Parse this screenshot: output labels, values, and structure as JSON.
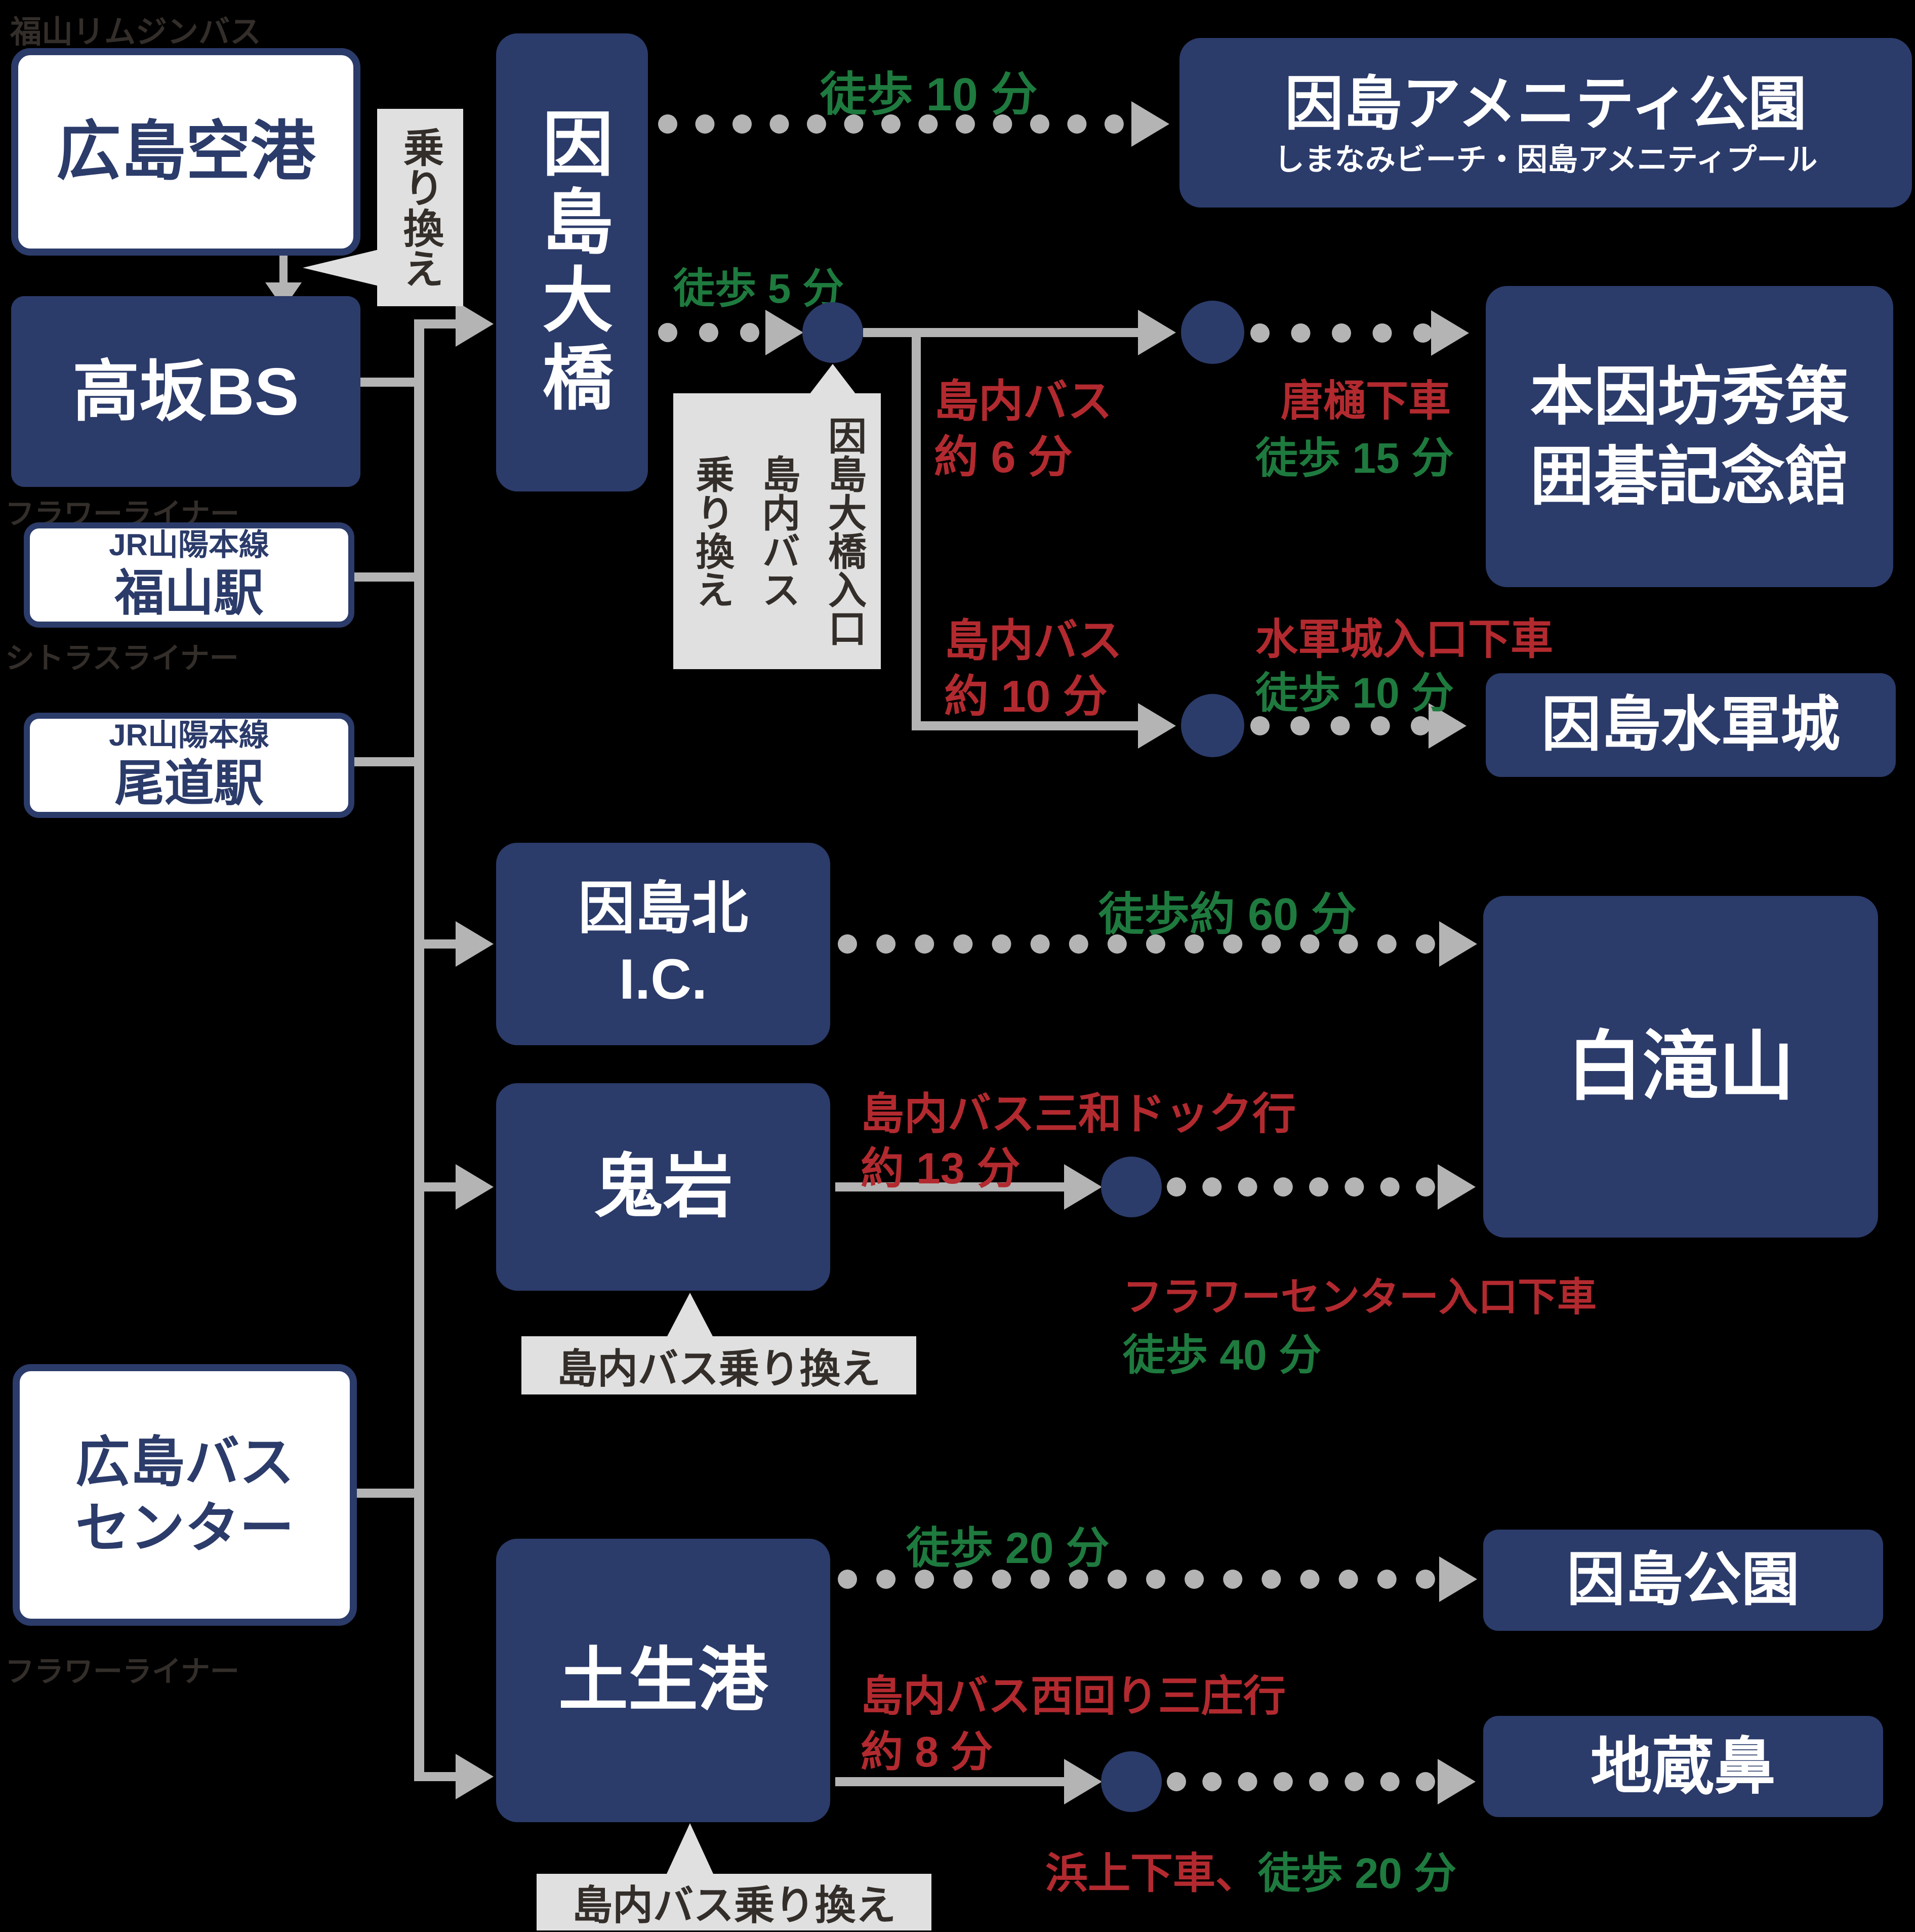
{
  "colors": {
    "navy": "#2b3b6a",
    "red": "#b22a2f",
    "green": "#1e7a3e",
    "arrow_gray": "#b4b4b4",
    "label_gray": "#e0e0e0",
    "dark_text": "#332e2a",
    "background": "#000000"
  },
  "left_column": {
    "limousine_label": "福山リムジンバス",
    "airport": "広島空港",
    "transfer_note": "乗り換え",
    "takasaka_bs": "高坂BS",
    "flower_liner_1": "フラワーライナー",
    "jr_line": "JR山陽本線",
    "fukuyama_station": "福山駅",
    "citrus_liner": "シトラスライナー",
    "onomichi_station": "尾道駅",
    "bus_center_line1": "広島バス",
    "bus_center_line2": "センター",
    "flower_liner_2": "フラワーライナー"
  },
  "island_points": {
    "ohashi": "因島大橋",
    "kita_ic_line1": "因島北",
    "kita_ic_line2": "I.C.",
    "oniiwa": "鬼岩",
    "habu_port": "土生港",
    "bus_transfer_label_oniiwa": "島内バス乗り換え",
    "bus_transfer_label_habu": "島内バス乗り換え",
    "ohashi_entrance_line1": "因島大橋入口",
    "ohashi_entrance_line2": "島内バス",
    "ohashi_entrance_line3": "乗り換え"
  },
  "routes": {
    "walk10_amenity": "徒歩 10 分",
    "walk5": "徒歩 5 分",
    "bus6_line1": "島内バス",
    "bus6_line2": "約 6 分",
    "karahi_stop": "唐樋下車",
    "walk15": "徒歩 15 分",
    "bus10_line1": "島内バス",
    "bus10_line2": "約 10 分",
    "suigun_stop": "水軍城入口下車",
    "walk10_suigun": "徒歩 10 分",
    "walk60": "徒歩約 60 分",
    "sanwa_line1": "島内バス三和ドック行",
    "sanwa_line2": "約 13 分",
    "flower_center_stop": "フラワーセンター入口下車",
    "walk40": "徒歩 40 分",
    "walk20_park": "徒歩 20 分",
    "nishimawari_line1": "島内バス西回り三庄行",
    "nishimawari_line2": "約 8 分",
    "hamagami_stop": "浜上下車、",
    "walk20_jizo": "徒歩 20 分"
  },
  "destinations": {
    "amenity_title": "因島アメニティ公園",
    "amenity_subtitle": "しまなみビーチ・因島アメニティプール",
    "honinbo_line1": "本因坊秀策",
    "honinbo_line2": "囲碁記念館",
    "suigunjo": "因島水軍城",
    "shirataki": "白滝山",
    "park": "因島公園",
    "jizo": "地蔵鼻"
  }
}
